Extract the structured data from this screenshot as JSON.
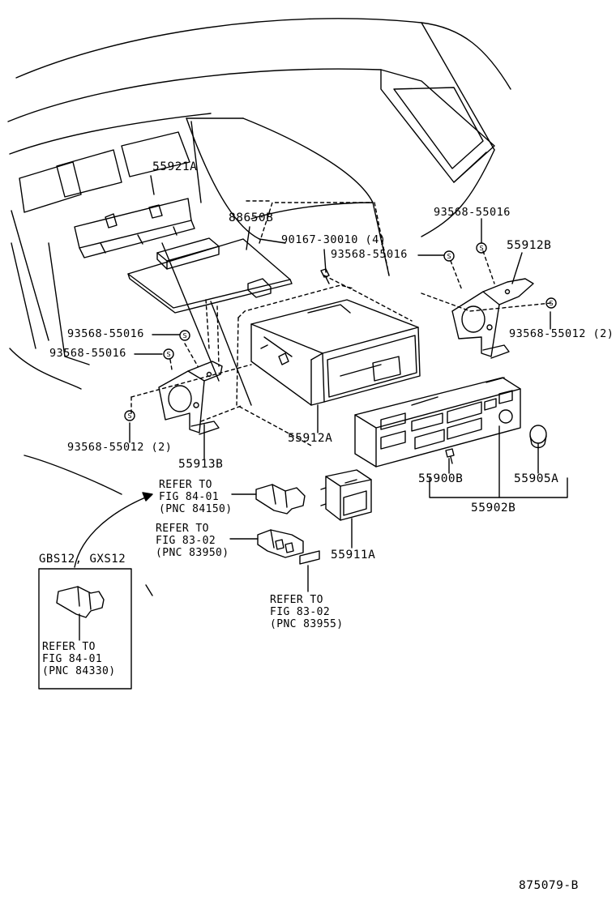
{
  "parts": {
    "p55921a": "55921A",
    "p88650b": "88650B",
    "p90167": "90167-30010 (4)",
    "p93568_55016_top": "93568-55016",
    "p93568_55016_mid": "93568-55016",
    "p93568_55016_left1": "93568-55016",
    "p93568_55016_left2": "93568-55016",
    "p55912b": "55912B",
    "p93568_55012_right": "93568-55012 (2)",
    "p93568_55012_left": "93568-55012 (2)",
    "p55912a": "55912A",
    "p55913b": "55913B",
    "p55900b": "55900B",
    "p55905a": "55905A",
    "p55902b": "55902B",
    "p55911a": "55911A"
  },
  "refs": {
    "r1": {
      "line1": "REFER TO",
      "line2": "FIG 84-01",
      "line3": "(PNC 84150)"
    },
    "r2": {
      "line1": "REFER TO",
      "line2": "FIG 83-02",
      "line3": "(PNC 83950)"
    },
    "r3": {
      "line1": "REFER TO",
      "line2": "FIG 83-02",
      "line3": "(PNC 83955)"
    },
    "r4": {
      "line1": "REFER TO",
      "line2": "FIG 84-01",
      "line3": "(PNC 84330)"
    }
  },
  "inset": {
    "title": "GBS12, GXS12"
  },
  "diagram_id": "875079-B",
  "clip_symbol": "S"
}
